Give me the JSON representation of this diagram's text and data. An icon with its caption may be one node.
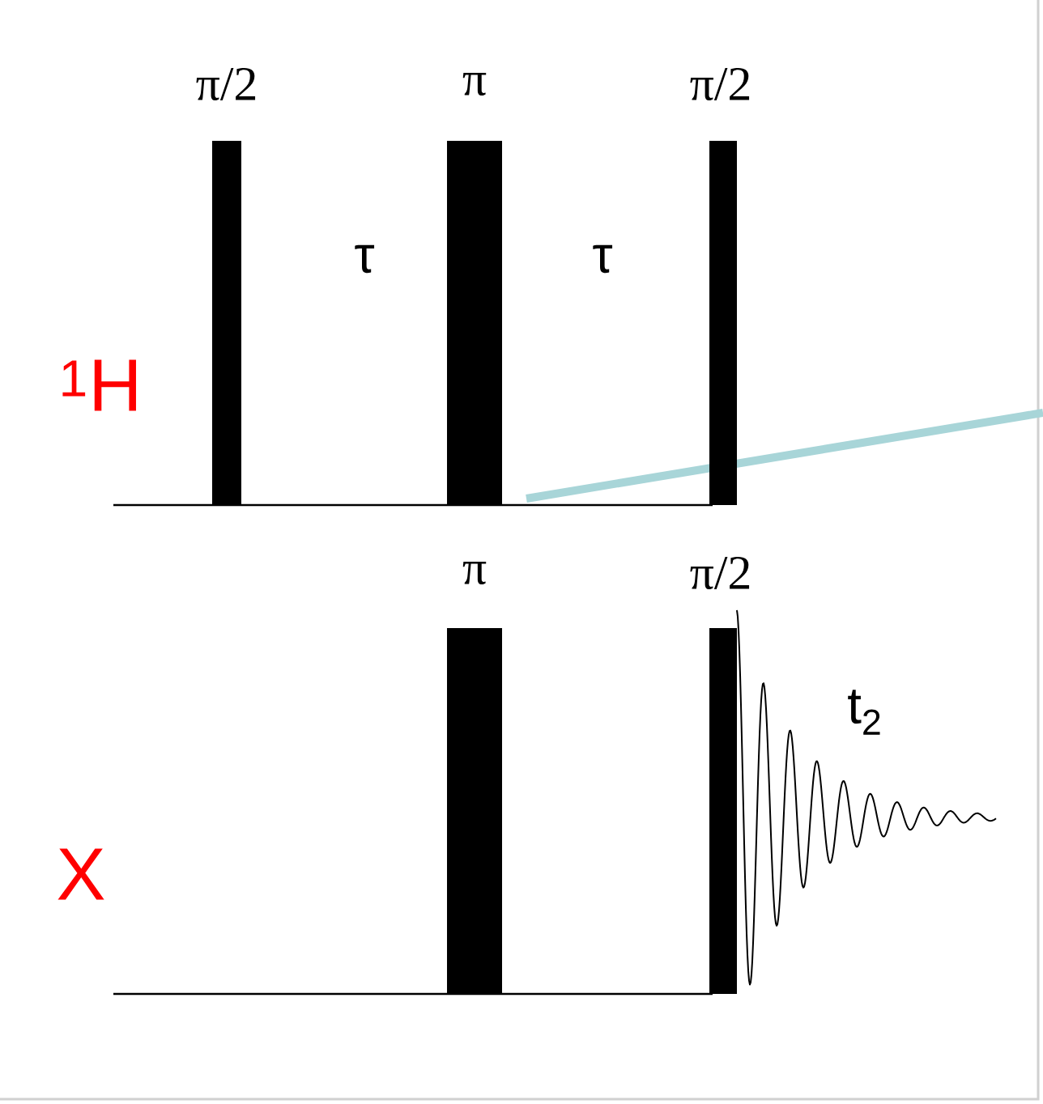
{
  "diagram": {
    "labels": [
      "π/2",
      "π",
      "π/2",
      "τ",
      "τ",
      "$^{1}$H",
      "π",
      "π/2",
      "t$_{2}$",
      "X"
    ]
  }
}
